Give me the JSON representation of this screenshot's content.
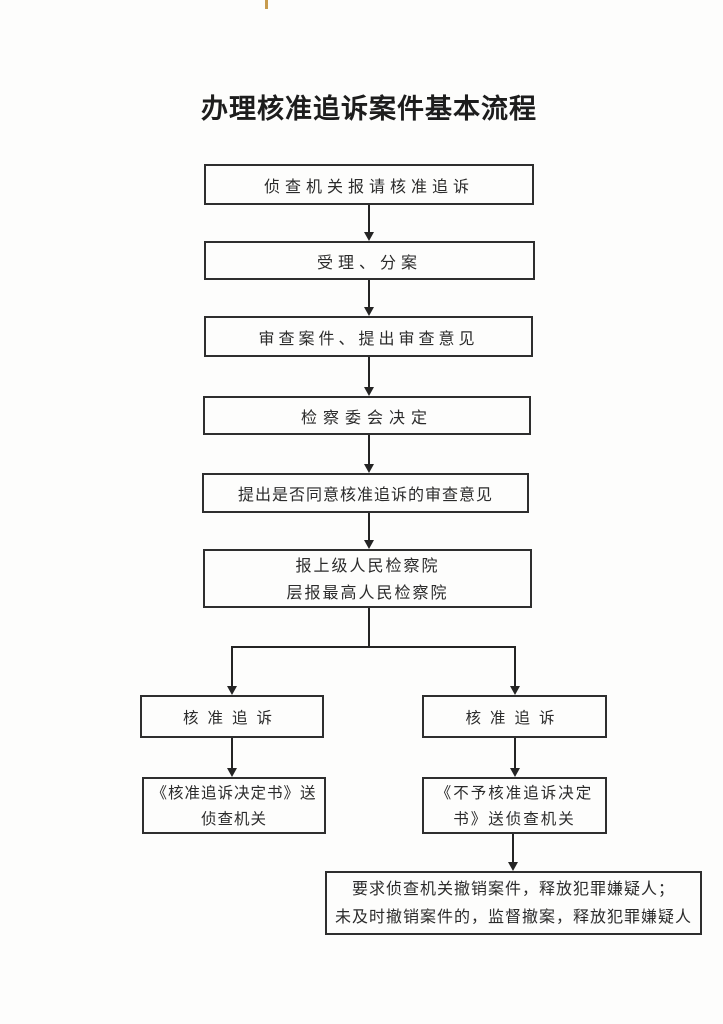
{
  "page": {
    "title": "办理核准追诉案件基本流程"
  },
  "flowchart": {
    "steps": {
      "report": "侦查机关报请核准追诉",
      "intake": "受理、分案",
      "review": "审查案件、提出审查意见",
      "committee": "检察委会决定",
      "opinion": "提出是否同意核准追诉的审查意见",
      "escalate": {
        "line1": "报上级人民检察院",
        "line2": "层报最高人民检察院"
      },
      "approve_left": "核准追诉",
      "approve_right": "核准追诉",
      "outcome_left": {
        "line1": "《核准追诉决定书》送",
        "line2": "侦查机关"
      },
      "outcome_right": {
        "line1": "《不予核准追诉决定",
        "line2": "书》送侦查机关"
      },
      "final_action": {
        "line1": "要求侦查机关撤销案件，释放犯罪嫌疑人；",
        "line2": "未及时撤销案件的，监督撤案，释放犯罪嫌疑人"
      }
    }
  },
  "artifacts": {
    "scan_mark_color": "#c79b4e"
  }
}
